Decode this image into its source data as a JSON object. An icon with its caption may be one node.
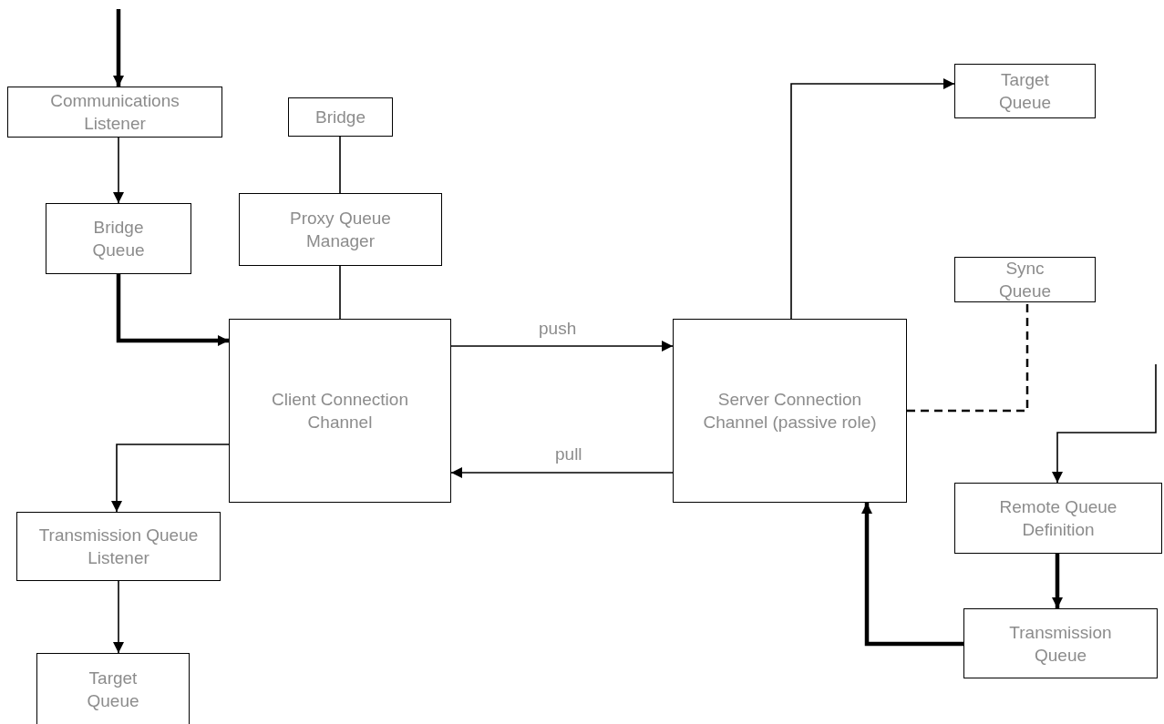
{
  "diagram": {
    "nodes": [
      {
        "text": [
          "Communications Listener"
        ]
      },
      {
        "text": [
          "Bridge Queue"
        ]
      },
      {
        "text": [
          "Bridge"
        ]
      },
      {
        "text": [
          "Proxy Queue Manager"
        ]
      },
      {
        "text": [
          "Client Connection Channel"
        ]
      },
      {
        "text": [
          "Server Connection Channel (passive role)"
        ]
      },
      {
        "text": [
          "Target Queue"
        ]
      },
      {
        "text": [
          "Sync Queue"
        ]
      },
      {
        "text": [
          "Transmission Queue Listener"
        ]
      },
      {
        "text": [
          "Target Queue"
        ]
      },
      {
        "text": [
          "Remote Queue Definition"
        ]
      },
      {
        "text": [
          "Transmission Queue"
        ]
      }
    ],
    "edges": [
      {
        "from": null,
        "to": 0,
        "arrow": "to",
        "style": "thick"
      },
      {
        "from": 0,
        "to": 1,
        "arrow": "to"
      },
      {
        "from": 1,
        "to": 4,
        "arrow": "to",
        "style": "thick"
      },
      {
        "from": 2,
        "to": 3,
        "arrow": "none"
      },
      {
        "from": 3,
        "to": 4,
        "arrow": "none"
      },
      {
        "from": 4,
        "to": 5,
        "arrow": "to",
        "label": "push"
      },
      {
        "from": 5,
        "to": 4,
        "arrow": "to",
        "label": "pull"
      },
      {
        "from": 4,
        "to": 8,
        "arrow": "to"
      },
      {
        "from": 8,
        "to": 9,
        "arrow": "to"
      },
      {
        "from": 5,
        "to": 6,
        "arrow": "to"
      },
      {
        "from": 5,
        "to": 7,
        "arrow": "none",
        "style": "dashed"
      },
      {
        "from": null,
        "to": 10,
        "arrow": "to"
      },
      {
        "from": 10,
        "to": 11,
        "arrow": "to",
        "style": "thick"
      },
      {
        "from": 11,
        "to": 5,
        "arrow": "to",
        "style": "thick"
      }
    ]
  }
}
